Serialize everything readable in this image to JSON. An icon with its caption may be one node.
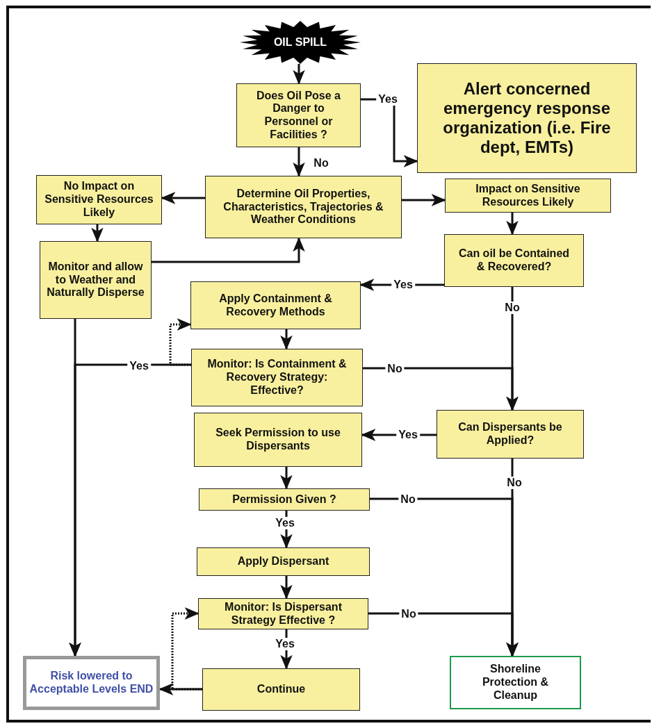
{
  "diagram": {
    "nodes": [
      {
        "text": [
          "OIL SPILL"
        ]
      },
      {
        "text": [
          "Does Oil Pose a Danger to Personnel or Facilities ?"
        ]
      },
      {
        "text": [
          "Alert concerned emergency response organization (i.e. Fire dept, EMTs)"
        ]
      },
      {
        "text": [
          "No Impact on Sensitive Resources Likely"
        ]
      },
      {
        "text": [
          "Determine Oil Properties, Characteristics, Trajectories & Weather Conditions"
        ]
      },
      {
        "text": [
          "Impact on Sensitive Resources Likely"
        ]
      },
      {
        "text": [
          "Monitor and allow to Weather and Naturally Disperse"
        ]
      },
      {
        "text": [
          "Can oil be Contained & Recovered?"
        ]
      },
      {
        "text": [
          "Apply Containment & Recovery Methods"
        ]
      },
      {
        "text": [
          "Monitor: Is Containment & Recovery Strategy: Effective?"
        ]
      },
      {
        "text": [
          "Seek Permission to use Dispersants"
        ]
      },
      {
        "text": [
          "Can Dispersants be Applied?"
        ]
      },
      {
        "text": [
          "Permission Given ?"
        ]
      },
      {
        "text": [
          "Apply Dispersant"
        ]
      },
      {
        "text": [
          "Monitor: Is Dispersant Strategy Effective ?"
        ]
      },
      {
        "text": [
          "Risk lowered to Acceptable Levels END"
        ]
      },
      {
        "text": [
          "Continue"
        ]
      },
      {
        "text": [
          "Shoreline Protection & Cleanup"
        ]
      }
    ],
    "edges": [
      {
        "from": 0,
        "to": 1,
        "arrow": "to"
      },
      {
        "from": 1,
        "to": 2,
        "arrow": "to",
        "label": "Yes"
      },
      {
        "from": 1,
        "to": 4,
        "arrow": "to",
        "label": "No"
      },
      {
        "from": 4,
        "to": 3,
        "arrow": "to"
      },
      {
        "from": 4,
        "to": 5,
        "arrow": "to"
      },
      {
        "from": 3,
        "to": 6,
        "arrow": "to"
      },
      {
        "from": 6,
        "to": 4,
        "arrow": "to"
      },
      {
        "from": 5,
        "to": 7,
        "arrow": "to"
      },
      {
        "from": 7,
        "to": 8,
        "arrow": "to",
        "label": "Yes"
      },
      {
        "from": 7,
        "to": 11,
        "arrow": "to",
        "label": "No"
      },
      {
        "from": 8,
        "to": 9,
        "arrow": "to"
      },
      {
        "from": 9,
        "to": 8,
        "arrow": "to",
        "style": "dashed"
      },
      {
        "from": 9,
        "to": 15,
        "arrow": "to",
        "label": "Yes"
      },
      {
        "from": 6,
        "to": 15,
        "arrow": "to"
      },
      {
        "from": 9,
        "to": 11,
        "arrow": "to",
        "label": "No"
      },
      {
        "from": 11,
        "to": 10,
        "arrow": "to",
        "label": "Yes"
      },
      {
        "from": 10,
        "to": 12,
        "arrow": "to"
      },
      {
        "from": 12,
        "to": 17,
        "arrow": "to",
        "label": "No"
      },
      {
        "from": 11,
        "to": 17,
        "arrow": "to",
        "label": "No"
      },
      {
        "from": 12,
        "to": 13,
        "arrow": "to",
        "label": "Yes"
      },
      {
        "from": 13,
        "to": 14,
        "arrow": "to"
      },
      {
        "from": 14,
        "to": 17,
        "arrow": "to",
        "label": "No"
      },
      {
        "from": 14,
        "to": 16,
        "arrow": "to",
        "label": "Yes"
      },
      {
        "from": 16,
        "to": 15,
        "arrow": "to"
      },
      {
        "from": 16,
        "to": 14,
        "arrow": "to",
        "style": "dashed"
      }
    ]
  }
}
